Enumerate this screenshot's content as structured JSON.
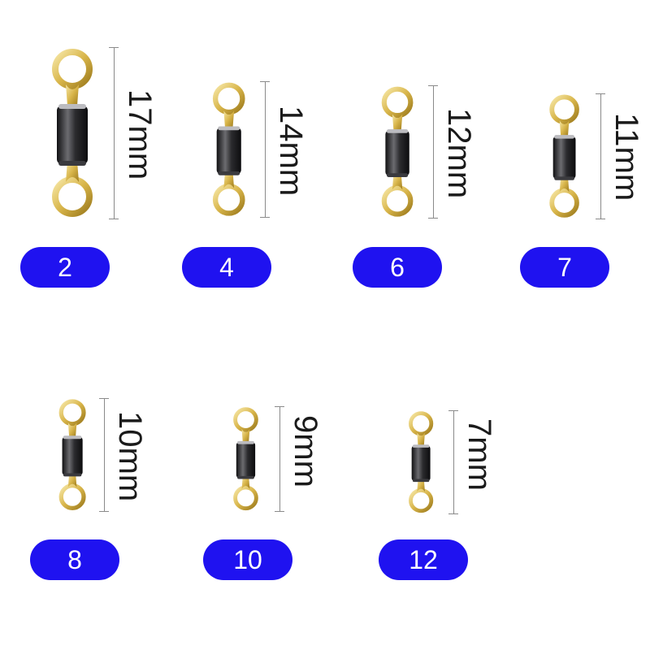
{
  "colors": {
    "badge": "#1f12f0",
    "gold": "#d8b54a",
    "gold_light": "#f6e7a6",
    "gold_dark": "#9c7a1c",
    "barrel": "#2b2b2e",
    "barrel_highlight": "#6c6c70"
  },
  "items": [
    {
      "size": "2",
      "length": "17mm"
    },
    {
      "size": "4",
      "length": "14mm"
    },
    {
      "size": "6",
      "length": "12mm"
    },
    {
      "size": "7",
      "length": "11mm"
    },
    {
      "size": "8",
      "length": "10mm"
    },
    {
      "size": "10",
      "length": "9mm"
    },
    {
      "size": "12",
      "length": "7mm"
    }
  ]
}
